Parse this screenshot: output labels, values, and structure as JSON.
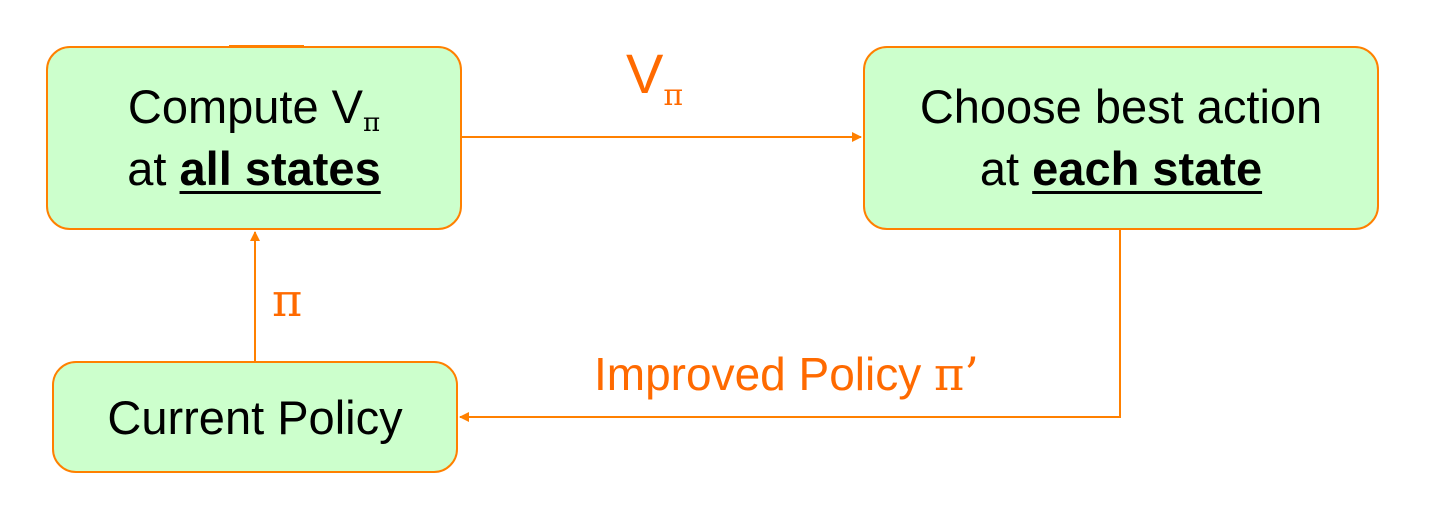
{
  "boxes": {
    "compute": {
      "line1_text": "Compute V",
      "line1_sub": "π",
      "line2_prefix": "at ",
      "line2_emphasis": "all states"
    },
    "choose": {
      "line1_text": "Choose best action",
      "line2_prefix": "at ",
      "line2_emphasis": "each state"
    },
    "current": {
      "text": "Current Policy"
    }
  },
  "edges": {
    "value_label_main": "V",
    "value_label_sub": "π",
    "policy_label": "π",
    "improved_label_text": "Improved Policy ",
    "improved_label_symbol": "π’"
  },
  "colors": {
    "box_fill": "#ccffcc",
    "box_border": "#ff8000",
    "arrow": "#ff8000",
    "label": "#ff6a00",
    "text": "#000000"
  }
}
